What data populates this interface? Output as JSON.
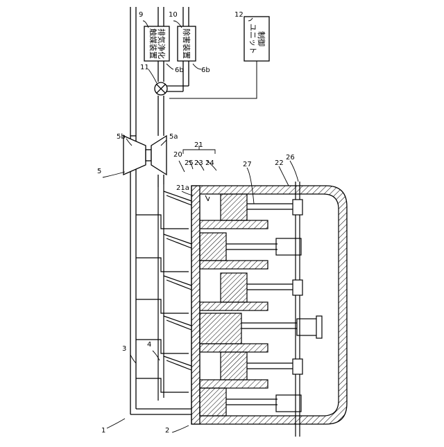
{
  "reference_numerals": {
    "n1": "1",
    "n2": "2",
    "n3": "3",
    "n4": "4",
    "n5": "5",
    "n5a": "5a",
    "n5b": "5b",
    "n6b_left": "6b",
    "n6b_right": "6b",
    "n9": "9",
    "n10": "10",
    "n11": "11",
    "n12": "12",
    "n20": "20",
    "n21": "21",
    "n21a": "21a",
    "n22": "22",
    "n23": "23",
    "n24": "24",
    "n25": "25",
    "n26": "26",
    "n27": "27"
  },
  "component_labels": {
    "catalyst_device": "排気浄化触媒装置",
    "catalyst_line1": "排気浄化",
    "catalyst_line2": "触媒装置",
    "abatement_device": "除害装置",
    "control_unit": "制御ユニット",
    "control_line1": "制御",
    "control_line2": "ユニット"
  }
}
